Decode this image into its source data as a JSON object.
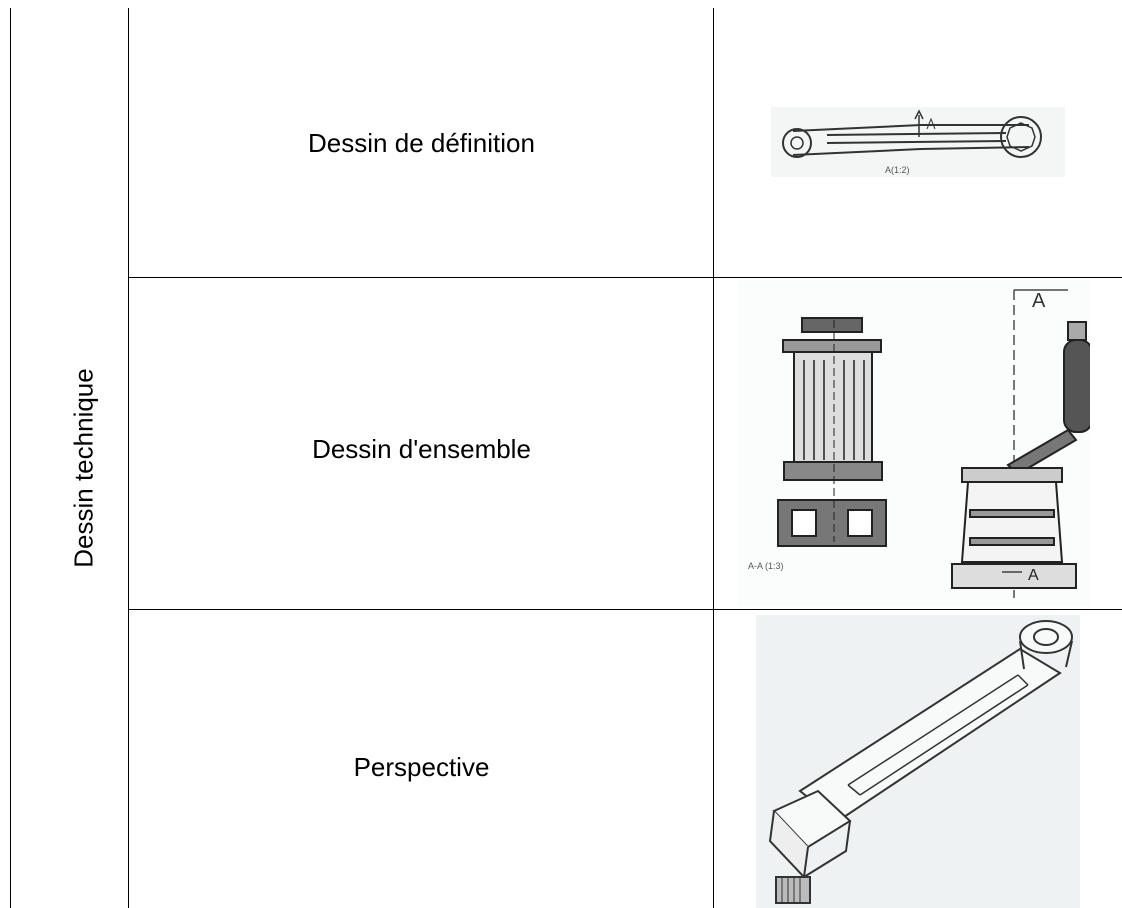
{
  "table": {
    "category_label": "Dessin technique",
    "rows": [
      {
        "label": "Dessin de définition",
        "figure_caption": "A(1:2)"
      },
      {
        "label": "Dessin d'ensemble",
        "figure_caption": "A-A (1:3)",
        "section_marker": "A"
      },
      {
        "label": "Perspective"
      }
    ]
  }
}
